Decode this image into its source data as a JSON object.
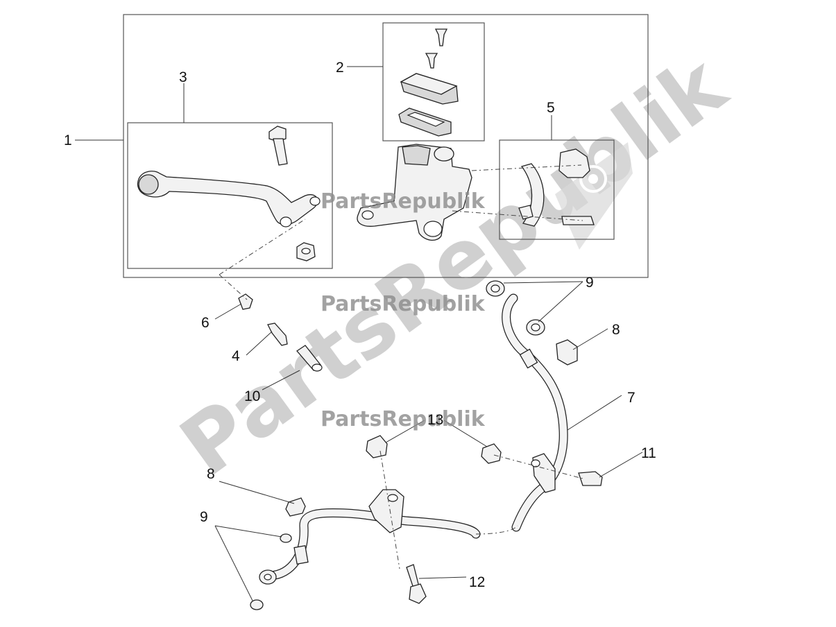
{
  "watermarks": {
    "main": "PartsRepublik",
    "repeat": "PartsRepublik"
  },
  "callouts": {
    "c1": "1",
    "c2": "2",
    "c3": "3",
    "c4": "4",
    "c5": "5",
    "c6": "6",
    "c7": "7",
    "c8_upper": "8",
    "c8_lower": "8",
    "c9_upper": "9",
    "c9_lower": "9",
    "c10": "10",
    "c11": "11",
    "c12": "12",
    "c13": "13"
  },
  "colors": {
    "line": "#222222",
    "watermark": "#aaaaaa"
  }
}
